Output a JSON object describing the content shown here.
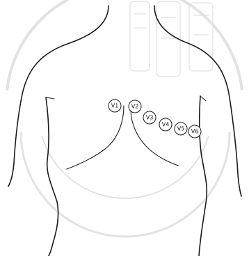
{
  "electrodes": [
    {
      "label": "V1"
    },
    {
      "label": "V2"
    },
    {
      "label": "V3"
    },
    {
      "label": "V4"
    },
    {
      "label": "V5"
    },
    {
      "label": "V6"
    }
  ]
}
